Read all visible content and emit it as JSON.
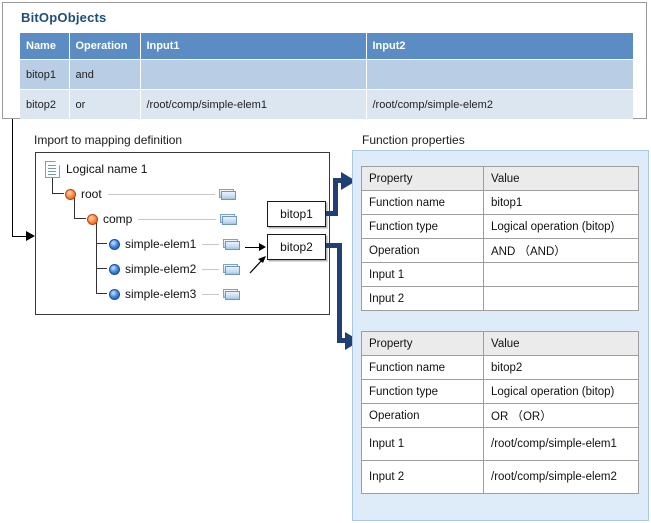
{
  "bitop_panel": {
    "title": "BitOpObjects",
    "columns": [
      "Name",
      "Operation",
      "Input1",
      "Input2"
    ],
    "rows": [
      {
        "name": "bitop1",
        "operation": "and",
        "input1": "",
        "input2": ""
      },
      {
        "name": "bitop2",
        "operation": "or",
        "input1": "/root/comp/simple-elem1",
        "input2": "/root/comp/simple-elem2"
      }
    ]
  },
  "captions": {
    "import": "Import to mapping definition",
    "properties": "Function properties"
  },
  "tree": {
    "root_label": "Logical name 1",
    "nodes": [
      {
        "label": "root",
        "type": "complex"
      },
      {
        "label": "comp",
        "type": "complex"
      },
      {
        "label": "simple-elem1",
        "type": "simple"
      },
      {
        "label": "simple-elem2",
        "type": "simple"
      },
      {
        "label": "simple-elem3",
        "type": "simple"
      }
    ],
    "functions": [
      {
        "label": "bitop1"
      },
      {
        "label": "bitop2"
      }
    ]
  },
  "properties_tables": [
    {
      "columns": [
        "Property",
        "Value"
      ],
      "rows": [
        {
          "property": "Function name",
          "value": "bitop1"
        },
        {
          "property": "Function type",
          "value": "Logical operation (bitop)"
        },
        {
          "property": "Operation",
          "value": "AND （AND）"
        },
        {
          "property": "Input 1",
          "value": ""
        },
        {
          "property": "Input 2",
          "value": ""
        }
      ]
    },
    {
      "columns": [
        "Property",
        "Value"
      ],
      "rows": [
        {
          "property": "Function name",
          "value": "bitop2"
        },
        {
          "property": "Function type",
          "value": "Logical operation (bitop)"
        },
        {
          "property": "Operation",
          "value": "OR （OR）"
        },
        {
          "property": "Input 1",
          "value": "/root/comp/simple-elem1"
        },
        {
          "property": "Input 2",
          "value": "/root/comp/simple-elem2"
        }
      ]
    }
  ],
  "colors": {
    "header_blue": "#5b8cc4",
    "row_a": "#b9cde4",
    "row_b": "#dce6f1",
    "title_blue": "#1f4e79",
    "panel_blue": "#ddecf8",
    "connector_blue": "#1f3f75"
  }
}
